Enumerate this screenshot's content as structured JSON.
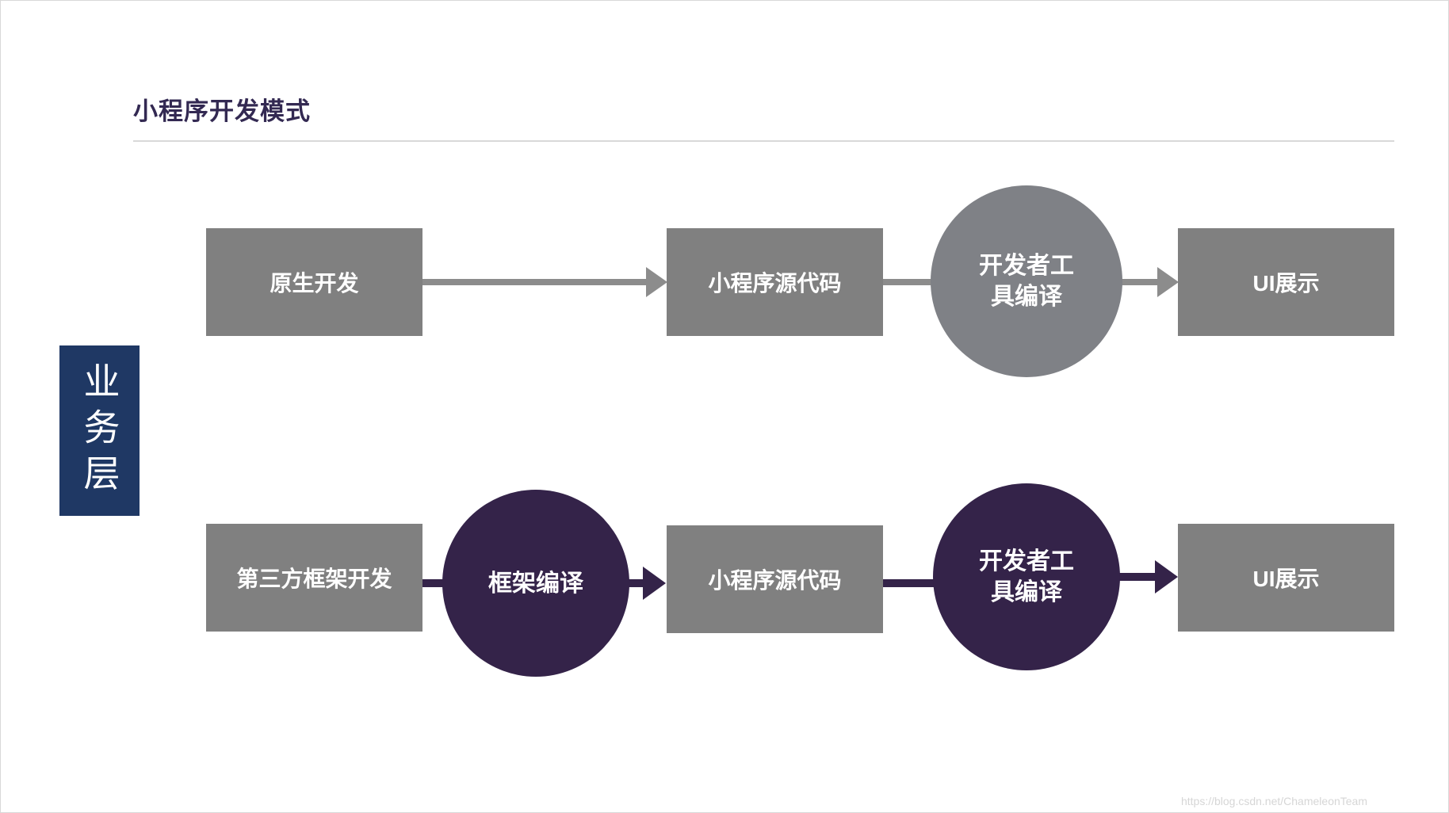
{
  "title": "小程序开发模式",
  "sidebar": {
    "label": "业务层"
  },
  "flow_top": {
    "box_native": "原生开发",
    "box_source": "小程序源代码",
    "circle_devtool": "开发者工具编译",
    "box_ui": "UI展示"
  },
  "flow_bottom": {
    "box_framework": "第三方框架开发",
    "circle_framework_compile": "框架编译",
    "box_source": "小程序源代码",
    "circle_devtool": "开发者工具编译",
    "box_ui": "UI展示"
  },
  "watermark": "https://blog.csdn.net/ChameleonTeam",
  "colors": {
    "gray_box": "#808080",
    "gray_circle": "#7f8186",
    "gray_arrow": "#8c8c8c",
    "dark_purple": "#342349",
    "navy_sidebar": "#1f3864",
    "title_text": "#332952",
    "divider": "#d9d9d9"
  }
}
